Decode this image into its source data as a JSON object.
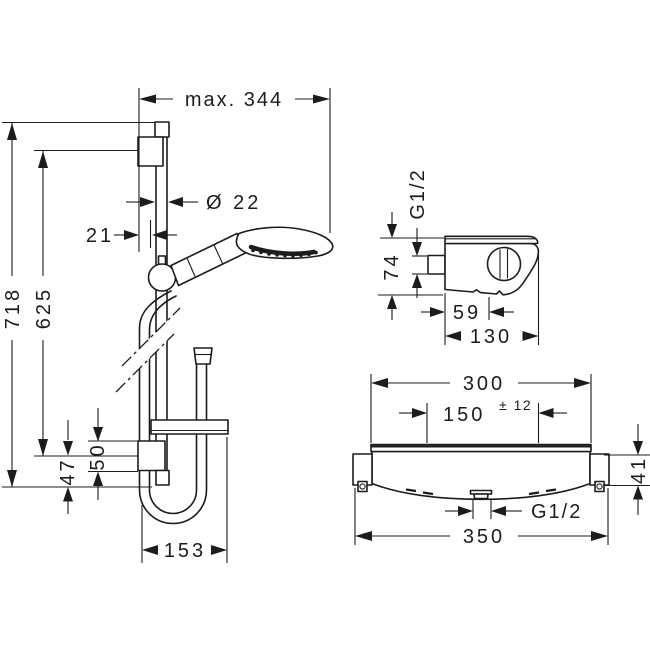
{
  "document": {
    "type": "technical-dimension-drawing",
    "subject": "shower set with slide bar, hand shower, hose and thermostatic mixer",
    "background": "#ffffff",
    "ink_color": "#1c1c1c"
  },
  "labels": {
    "max_reach": "max. 344",
    "rail_diameter": "Ø 22",
    "rail_wall_offset": "21",
    "total_height": "718",
    "mounting_distance": "625",
    "dish_offset": "50",
    "bottom_offset": "47",
    "hose_width": "153",
    "side_inlet_thread": "G1/2",
    "side_height": "74",
    "side_handle_depth": "59",
    "side_total_depth": "130",
    "front_plate_width": "300",
    "front_center_distance": "150",
    "front_center_tolerance": "± 12",
    "front_body_height": "41",
    "front_outlet_thread": "G1/2",
    "front_total_width": "350"
  }
}
